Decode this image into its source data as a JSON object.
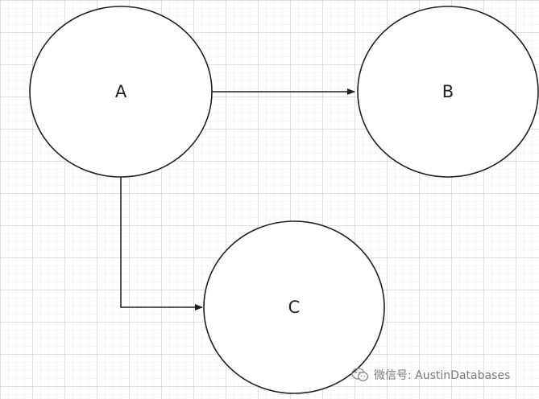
{
  "diagram": {
    "nodes": [
      {
        "id": "A",
        "label": "A"
      },
      {
        "id": "B",
        "label": "B"
      },
      {
        "id": "C",
        "label": "C"
      }
    ],
    "edges": [
      {
        "from": "A",
        "to": "B"
      },
      {
        "from": "A",
        "to": "C"
      }
    ]
  },
  "watermark": {
    "icon": "wechat-icon",
    "text": "微信号: AustinDatabases"
  }
}
